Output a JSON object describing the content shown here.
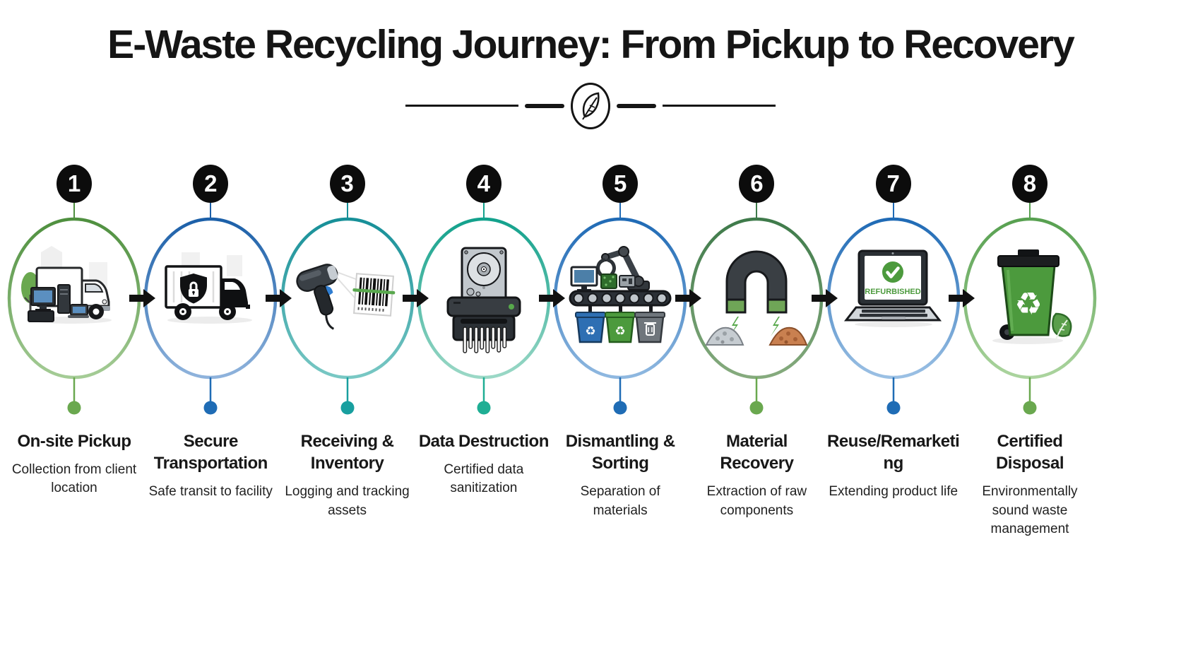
{
  "title": "E-Waste Recycling Journey: From Pickup to Recovery",
  "colors": {
    "background": "#ffffff",
    "text": "#151515",
    "arrow": "#111111"
  },
  "icons": {
    "recycle_symbol": "♻",
    "leaf": "leaf-icon"
  },
  "steps": [
    {
      "number": "1",
      "title": "On-site Pickup",
      "description": "Collection from client location",
      "accent": "#6aa84f",
      "ring_top": "#4e8f3e",
      "ring_bottom": "#a5cc96",
      "icon": "pickup-truck-icon"
    },
    {
      "number": "2",
      "title": "Secure Transportation",
      "description": "Safe transit to facility",
      "accent": "#1f6cb5",
      "ring_top": "#1b5fa8",
      "ring_bottom": "#8fb3dc",
      "icon": "secure-truck-icon"
    },
    {
      "number": "3",
      "title": "Receiving & Inventory",
      "description": "Logging and tracking assets",
      "accent": "#189f9f",
      "ring_top": "#168f98",
      "ring_bottom": "#79c8c4",
      "icon": "barcode-scanner-icon"
    },
    {
      "number": "4",
      "title": "Data Destruction",
      "description": "Certified data sanitization",
      "accent": "#1fae94",
      "ring_top": "#12a18c",
      "ring_bottom": "#9bd8c6",
      "icon": "hdd-shredder-icon"
    },
    {
      "number": "5",
      "title": "Dismantling & Sorting",
      "description": "Separation of materials",
      "accent": "#1f6cb5",
      "ring_top": "#1f6ab5",
      "ring_bottom": "#8fb8e0",
      "icon": "robotic-arm-sorting-icon"
    },
    {
      "number": "6",
      "title": "Material Recovery",
      "description": "Extraction of raw components",
      "accent": "#6aa84f",
      "ring_top": "#3e7a4a",
      "ring_bottom": "#86ab7e",
      "icon": "magnet-icon"
    },
    {
      "number": "7",
      "title": "Reuse/Remarketing",
      "description": "Extending product life",
      "accent": "#1f6cb5",
      "ring_top": "#1f6ab5",
      "ring_bottom": "#9bc0e4",
      "icon": "refurbished-laptop-icon",
      "screen_label": "REFURBISHED"
    },
    {
      "number": "8",
      "title": "Certified Disposal",
      "description": "Environmentally sound waste management",
      "accent": "#6aa84f",
      "ring_top": "#57a050",
      "ring_bottom": "#abd49e",
      "icon": "recycle-bin-icon"
    }
  ]
}
